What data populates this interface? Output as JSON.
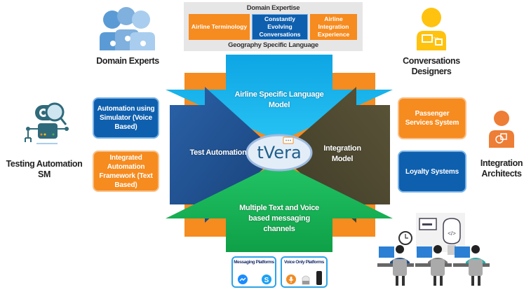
{
  "diagram": {
    "center_logo": "tVera",
    "domain_expertise": {
      "title": "Domain Expertise",
      "footer": "Geography Specific Language",
      "items": [
        {
          "label": "Airline Terminology",
          "color": "#f68b1f"
        },
        {
          "label": "Constantly Evolving Conversations",
          "color": "#0e5fae"
        },
        {
          "label": "Airline Integration Experience",
          "color": "#f68b1f"
        }
      ]
    },
    "arrows": {
      "top": {
        "label": "Airline Specific Language Model",
        "color": "#12b3ec"
      },
      "left": {
        "label": "Test Automation",
        "color": "#1f4e8c"
      },
      "right": {
        "label": "Integration Model",
        "color": "#4e4832"
      },
      "bottom": {
        "label": "Multiple Text and Voice based messaging channels",
        "color": "#16b04f"
      }
    },
    "backdrop_color": "#f68b1f",
    "personas": {
      "domain_experts": "Domain Experts",
      "conversations_designers": "Conversations Designers",
      "testing_automation": "Testing Automation SM",
      "integration_architects": "Integration Architects"
    },
    "left_boxes": [
      {
        "label": "Automation using Simulator (Voice Based)",
        "color": "#0e5fae"
      },
      {
        "label": "Integrated Automation Framework (Text Based)",
        "color": "#f68b1f"
      }
    ],
    "right_boxes": [
      {
        "label": "Passenger Services System",
        "color": "#f68b1f"
      },
      {
        "label": "Loyalty Systems",
        "color": "#0e5fae"
      }
    ],
    "platforms": {
      "messaging": {
        "title": "Messaging Platforms",
        "icons": [
          "messenger-icon",
          "skype-icon"
        ]
      },
      "voice": {
        "title": "Voice Only Platforms",
        "icons": [
          "mic-assistant-icon",
          "smart-speaker-icon",
          "echo-speaker-icon"
        ]
      }
    }
  }
}
